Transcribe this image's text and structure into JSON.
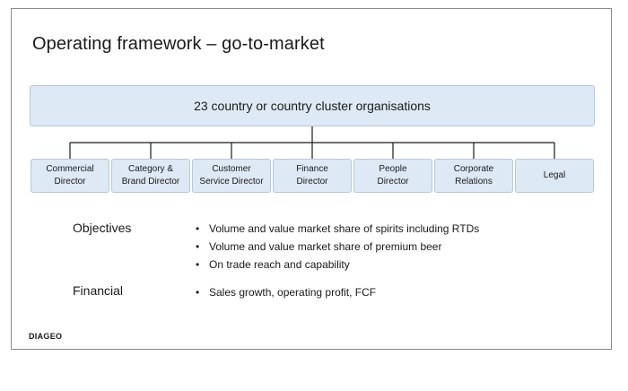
{
  "slide": {
    "title": "Operating framework – go-to-market",
    "top_box": "23 country or country cluster organisations",
    "roles": [
      "Commercial\nDirector",
      "Category &\nBrand Director",
      "Customer\nService Director",
      "Finance\nDirector",
      "People\nDirector",
      "Corporate\nRelations",
      "Legal"
    ],
    "objectives": {
      "label": "Objectives",
      "items": [
        "Volume and value market share of spirits including RTDs",
        "Volume and value market share of premium beer",
        "On trade reach and capability"
      ]
    },
    "financial": {
      "label": "Financial",
      "items": [
        "Sales growth, operating profit, FCF"
      ]
    },
    "logo": "DIAGEO"
  },
  "colors": {
    "box_fill": "#dde9f4",
    "box_border": "#b6c9dc",
    "text": "#1a1a1a",
    "connector": "#1a1a1a"
  }
}
